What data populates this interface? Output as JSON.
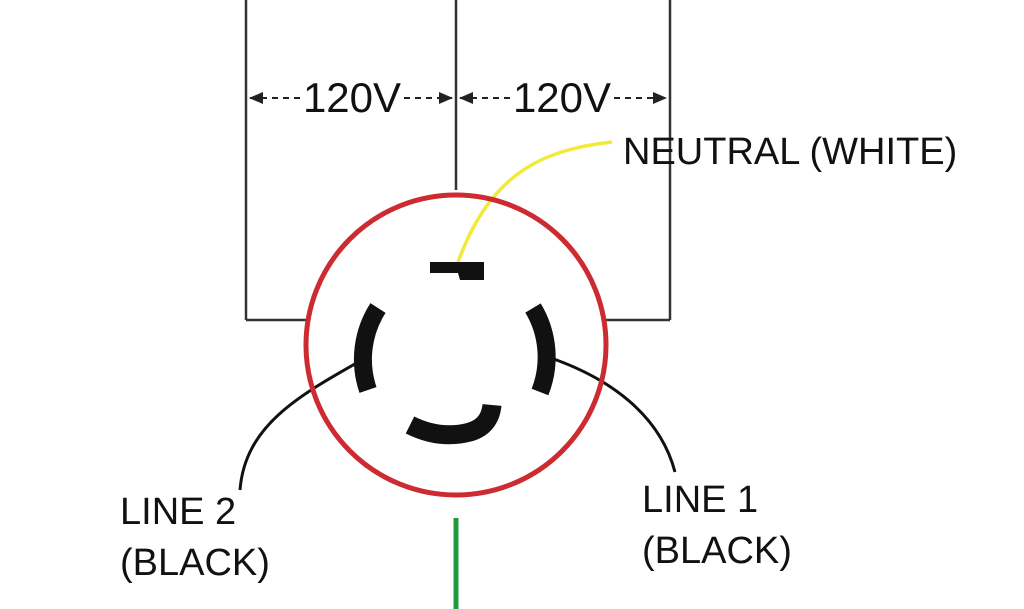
{
  "labels": {
    "voltage_left": "120V",
    "voltage_right": "120V",
    "neutral": "NEUTRAL (WHITE)",
    "line2_a": "LINE 2",
    "line2_b": "(BLACK)",
    "line1_a": "LINE 1",
    "line1_b": "(BLACK)"
  },
  "colors": {
    "receptacle_ring": "#cc2b31",
    "neutral_wire": "#f2ea38",
    "hot_wire": "#111111",
    "ground_wire": "#1f9a3b",
    "lines": "#333333"
  },
  "icons": {
    "receptacle": "twist-lock-receptacle-face"
  }
}
